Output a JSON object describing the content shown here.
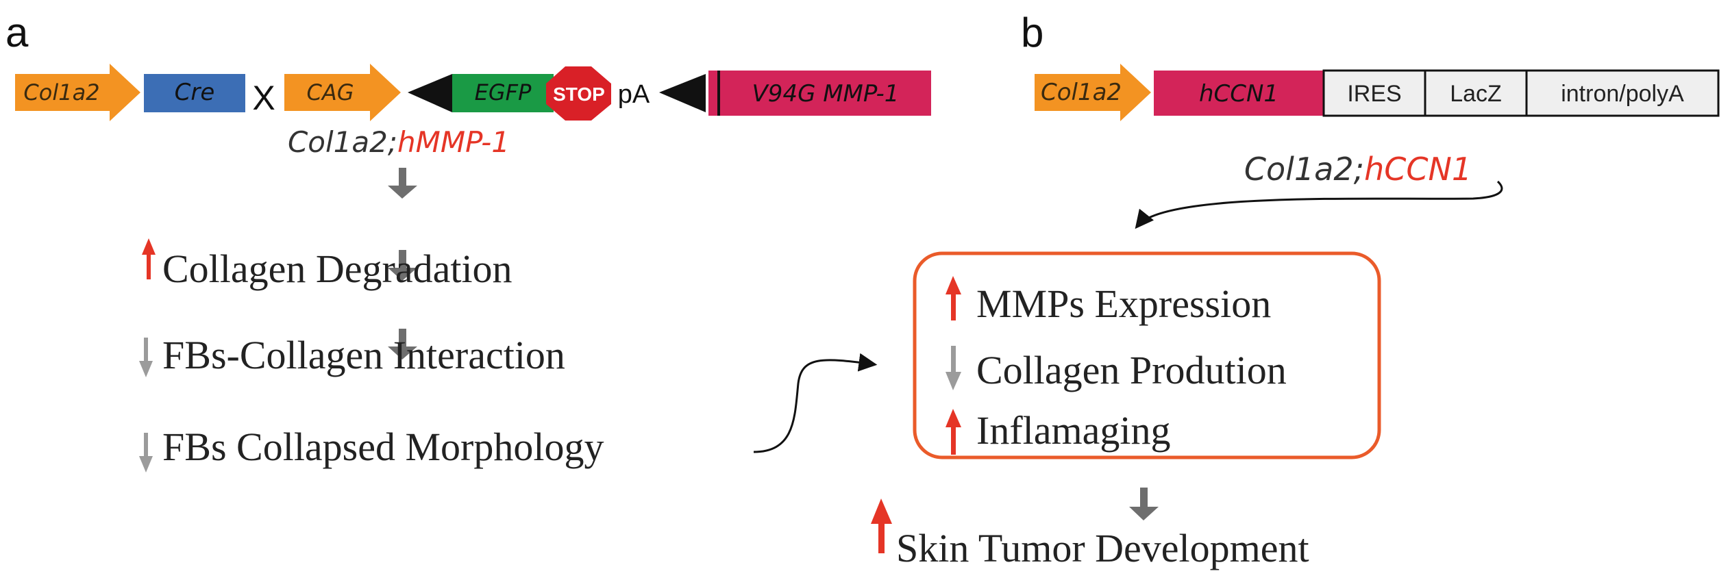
{
  "panel_a": {
    "label": "a",
    "construct1": {
      "promoter": "Col1a2",
      "gene": "Cre"
    },
    "cross": "X",
    "construct2": {
      "promoter": "CAG",
      "egfp": "EGFP",
      "stop": "STOP",
      "pa": "pA",
      "target": "V94G MMP-1"
    },
    "genotype": {
      "prefix": "Col1a2;",
      "highlight": "hMMP-1"
    },
    "steps": [
      {
        "text": "Collagen Degradation",
        "direction": "up"
      },
      {
        "text": "FBs-Collagen Interaction",
        "direction": "down"
      },
      {
        "text": "FBs Collapsed Morphology",
        "direction": "down"
      }
    ]
  },
  "panel_b": {
    "label": "b",
    "construct": {
      "promoter": "Col1a2",
      "gene": "hCCN1",
      "ires": "IRES",
      "lacz": "LacZ",
      "intron": "intron/polyA"
    },
    "genotype": {
      "prefix": "Col1a2;",
      "highlight": "hCCN1"
    },
    "box_items": [
      {
        "text": "MMPs Expression",
        "direction": "up"
      },
      {
        "text": "Collagen Prodution",
        "direction": "down"
      },
      {
        "text": "Inflamaging",
        "direction": "up"
      }
    ],
    "outcome": {
      "text": "Skin Tumor Development",
      "direction": "up"
    }
  },
  "colors": {
    "promoter": "#F39322",
    "cre": "#3C6EB5",
    "egfp": "#1A9A45",
    "stop": "#D92027",
    "mmp": "#D32459",
    "ccn1": "#D32459",
    "grey_box": "#EFEFEF",
    "up_arrow": "#E53526",
    "down_arrow": "#9B9B9B",
    "flow_arrow": "#6E6E6E",
    "outline_box": "#EA5B2A",
    "highlight_text": "#E53526"
  }
}
